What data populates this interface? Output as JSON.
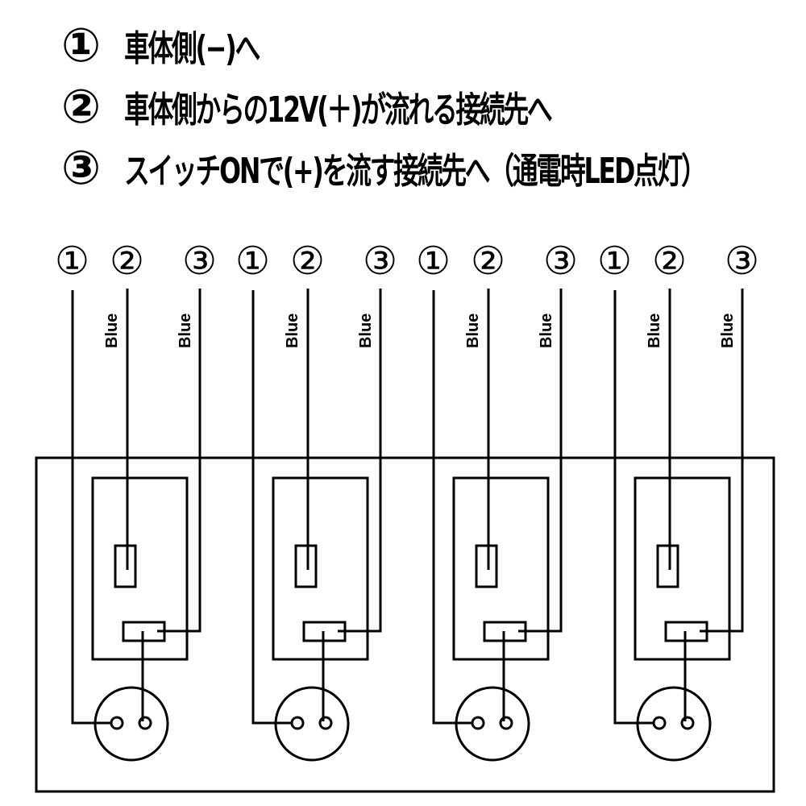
{
  "legend": {
    "items": [
      {
        "marker": "①",
        "text": "車体側(−)へ"
      },
      {
        "marker": "②",
        "text": "車体側からの12V(＋)が流れる接続先へ"
      },
      {
        "marker": "③",
        "text": "スイッチONで(+)を流す接続先へ（通電時LED点灯）"
      }
    ]
  },
  "diagram": {
    "terminal_markers": [
      "①",
      "②",
      "③"
    ],
    "wire_color_label": "Blue",
    "switch_count": 4,
    "units": [
      {
        "index": 1,
        "terminals": [
          "①",
          "②",
          "③"
        ],
        "wire2_label": "Blue",
        "wire3_label": "Blue"
      },
      {
        "index": 2,
        "terminals": [
          "①",
          "②",
          "③"
        ],
        "wire2_label": "Blue",
        "wire3_label": "Blue"
      },
      {
        "index": 3,
        "terminals": [
          "①",
          "②",
          "③"
        ],
        "wire2_label": "Blue",
        "wire3_label": "Blue"
      },
      {
        "index": 4,
        "terminals": [
          "①",
          "②",
          "③"
        ],
        "wire2_label": "Blue",
        "wire3_label": "Blue"
      }
    ],
    "colors": {
      "line": "#000000",
      "background": "#ffffff"
    }
  }
}
